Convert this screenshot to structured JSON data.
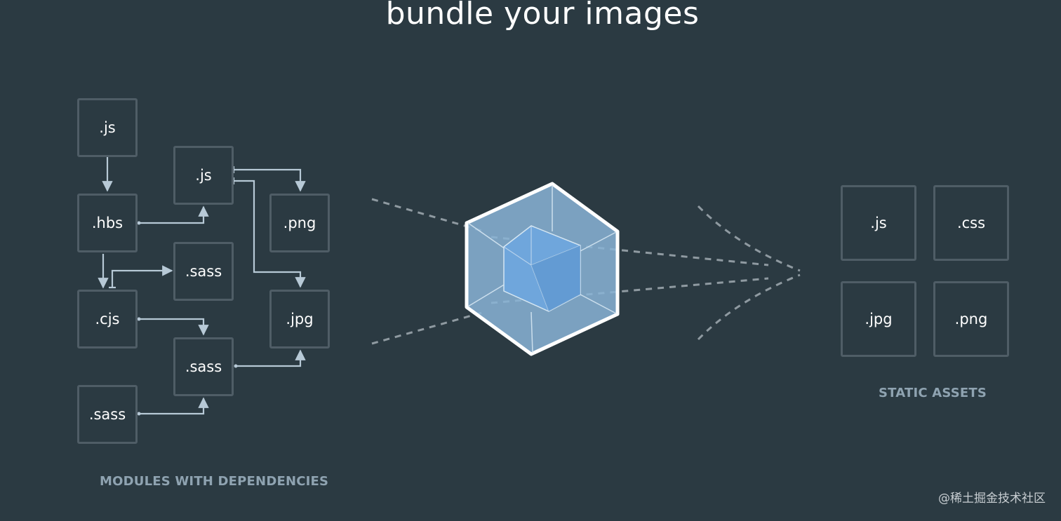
{
  "headline": "bundle your images",
  "modules": {
    "caption": "MODULES WITH DEPENDENCIES",
    "items": [
      ".js",
      ".hbs",
      ".cjs",
      ".sass",
      ".js",
      ".sass",
      ".sass",
      ".png",
      ".jpg"
    ]
  },
  "assets": {
    "caption": "STATIC ASSETS",
    "items": [
      ".js",
      ".css",
      ".jpg",
      ".png"
    ]
  },
  "watermark": "@稀土掘金技术社区",
  "colors": {
    "background": "#2b3a42",
    "box_border": "#4f5d66",
    "arrow": "#b7c9d6",
    "cube_outer": "#8ab4d6",
    "cube_inner": "#6fa6dc"
  }
}
